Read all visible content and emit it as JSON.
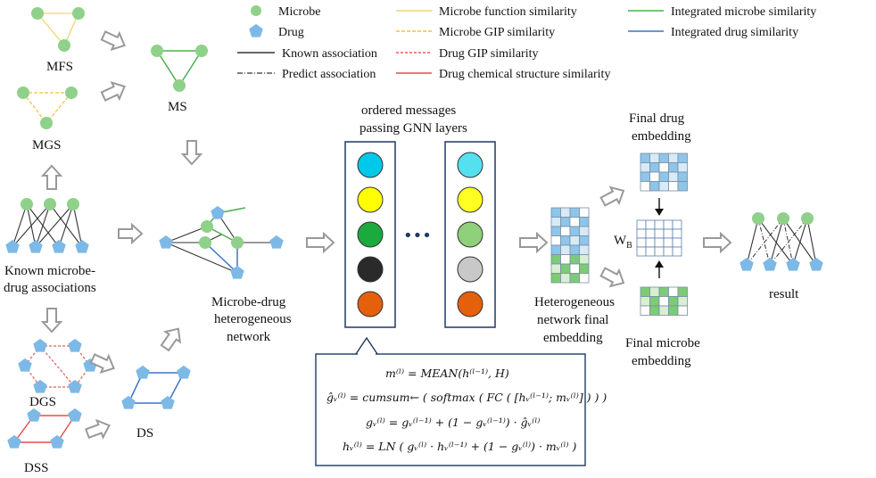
{
  "legend": {
    "microbe": "Microbe",
    "drug": "Drug",
    "known_association": "Known association",
    "predict_association": "Predict association",
    "microbe_function_similarity": "Microbe function similarity",
    "microbe_gip_similarity": "Microbe GIP similarity",
    "drug_gip_similarity": "Drug GIP similarity",
    "drug_chemical_structure_similarity": "Drug chemical structure similarity",
    "integrated_microbe_similarity": "Integrated microbe similarity",
    "integrated_drug_similarity": "Integrated drug similarity"
  },
  "labels": {
    "mfs": "MFS",
    "mgs": "MGS",
    "ms": "MS",
    "known_line1": "Known microbe-",
    "known_line2": "drug associations",
    "dgs": "DGS",
    "dss": "DSS",
    "ds": "DS",
    "het_line1": "Microbe-drug",
    "het_line2": "heterogeneous",
    "het_line3": "network",
    "gnn_line1": "ordered messages",
    "gnn_line2": "passing GNN layers",
    "ellipsis": "•••",
    "hne_line1": "Heterogeneous",
    "hne_line2": "network final",
    "hne_line3": "embedding",
    "fde_line1": "Final drug",
    "fde_line2": "embedding",
    "wb": "W",
    "wb_sub": "B",
    "fme_line1": "Final microbe",
    "fme_line2": "embedding",
    "result": "result"
  },
  "formulas": {
    "f1": "m⁽ˡ⁾ = MEAN(h⁽ˡ⁻¹⁾, H)",
    "f2": "ĝᵥ⁽ˡ⁾ = cumsum← ( softmax ( FC ( [hᵥ⁽ˡ⁻¹⁾; mᵥ⁽ˡ⁾] ) ) )",
    "f3": "gᵥ⁽ˡ⁾ = gᵥ⁽ˡ⁻¹⁾ + (1 − gᵥ⁽ˡ⁻¹⁾) · ĝᵥ⁽ˡ⁾",
    "f4": "hᵥ⁽ˡ⁾ = LN ( gᵥ⁽ˡ⁾ · hᵥ⁽ˡ⁻¹⁾ + (1 − gᵥ⁽ˡ⁾) · mᵥ⁽ˡ⁾ )"
  },
  "colors": {
    "microbe_node": "#8fd18a",
    "drug_node": "#7cb9e6",
    "known": "#333333",
    "mfs_line": "#f2d46b",
    "mgs_line": "#f2c230",
    "dgs_line": "#e85b5b",
    "dss_line": "#e84a4a",
    "int_microbe": "#4caf50",
    "int_drug": "#3a76c4",
    "gnn_layer1": [
      "#00c8e8",
      "#ffff00",
      "#1aaa3e",
      "#2a2a2a",
      "#e5600a"
    ],
    "gnn_layerL": [
      "#55e0f0",
      "#ffff22",
      "#8fd07a",
      "#c8c8c8",
      "#e5600a"
    ],
    "arrow": "#999999"
  }
}
